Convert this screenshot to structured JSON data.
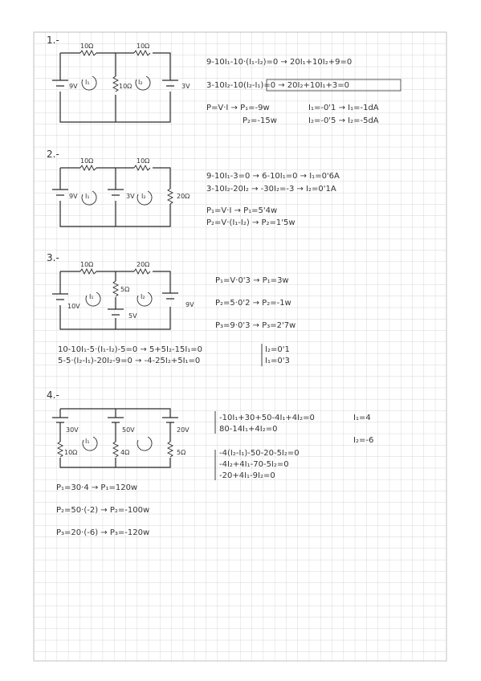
{
  "problem1": {
    "number": "1.-",
    "r1": "10Ω",
    "r2": "10Ω",
    "rmid": "10Ω",
    "v1": "9V",
    "v2": "3V",
    "i1": "I₁",
    "i2": "I₂",
    "eq1": "9-10I₁-10·(I₁-I₂)=0 → 20I₁+10I₂+9=0",
    "eq2": "3-10I₂-10(I₂-I₁)=0 → 20I₂+10I₁+3=0",
    "p1": "P=V·I → P₁=-9w",
    "p2": "P₂=-15w",
    "r_i1": "I₁=-0'1 → I₁=-1dA",
    "r_i2": "I₂=-0'5 → I₂=-5dA"
  },
  "problem2": {
    "number": "2.-",
    "r1": "10Ω",
    "r2": "10Ω",
    "r3": "20Ω",
    "v1": "9V",
    "v2": "3V",
    "i1": "I₁",
    "i2": "I₂",
    "eq1": "9-10I₁-3=0 → 6-10I₁=0 → I₁=0'6A",
    "eq2": "3-10I₂-20I₂ → -30I₂=-3 → I₂=0'1A",
    "p1": "P₁=V·I → P₁=5'4w",
    "p2": "P₂=V·(I₁-I₂) → P₂=1'5w"
  },
  "problem3": {
    "number": "3.-",
    "r1": "10Ω",
    "r2": "20Ω",
    "r3": "5Ω",
    "v1": "10V",
    "v2": "9V",
    "v3": "5V",
    "i1": "I₁",
    "i2": "I₂",
    "p1": "P₁=V·0'3 → P₁=3w",
    "p2": "P₂=5·0'2 → P₂=-1w",
    "p3": "P₃=9·0'3 → P₃=2'7w",
    "eq1": "10-10I₁-5·(I₁-I₂)-5=0 → 5+5I₂-15I₁=0",
    "eq2": "5-5·(I₂-I₁)-20I₂-9=0 → -4-25I₂+5I₁=0",
    "r_i2": "I₂=0'1",
    "r_i1": "I₁=0'3"
  },
  "problem4": {
    "number": "4.-",
    "r1": "10Ω",
    "r2": "4Ω",
    "r3": "5Ω",
    "v1": "30V",
    "v2": "50V",
    "v3": "20V",
    "i1": "I₁",
    "sys1_a": "-10I₁+30+50-4I₁+4I₂=0",
    "sys1_b": "80-14I₁+4I₂=0",
    "sys2_a": "-4(I₂-I₁)-50-20-5I₂=0",
    "sys2_b": "-4I₂+4I₁-70-5I₂=0",
    "sys2_c": "-20+4I₁-9I₂=0",
    "r_i1": "I₁=4",
    "r_i2": "I₂=-6",
    "p1": "P₁=30·4 → P₁=120w",
    "p2": "P₂=50·(-2) → P₂=-100w",
    "p3": "P₃=20·(-6) → P₃=-120w"
  }
}
